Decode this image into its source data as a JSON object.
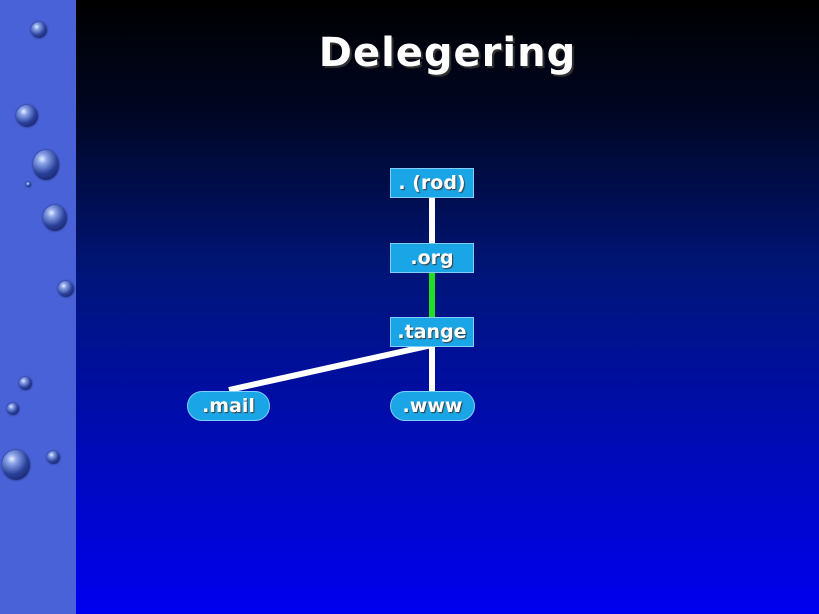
{
  "slide": {
    "title": "Delegering"
  },
  "diagram": {
    "nodes": {
      "root": ". (rod)",
      "org": ".org",
      "tange": ".tange",
      "mail": ".mail",
      "www": ".www"
    },
    "colors": {
      "node_fill": "#1aa6e6",
      "edge": "#ffffff",
      "delegated_edge": "#22dd22"
    }
  }
}
